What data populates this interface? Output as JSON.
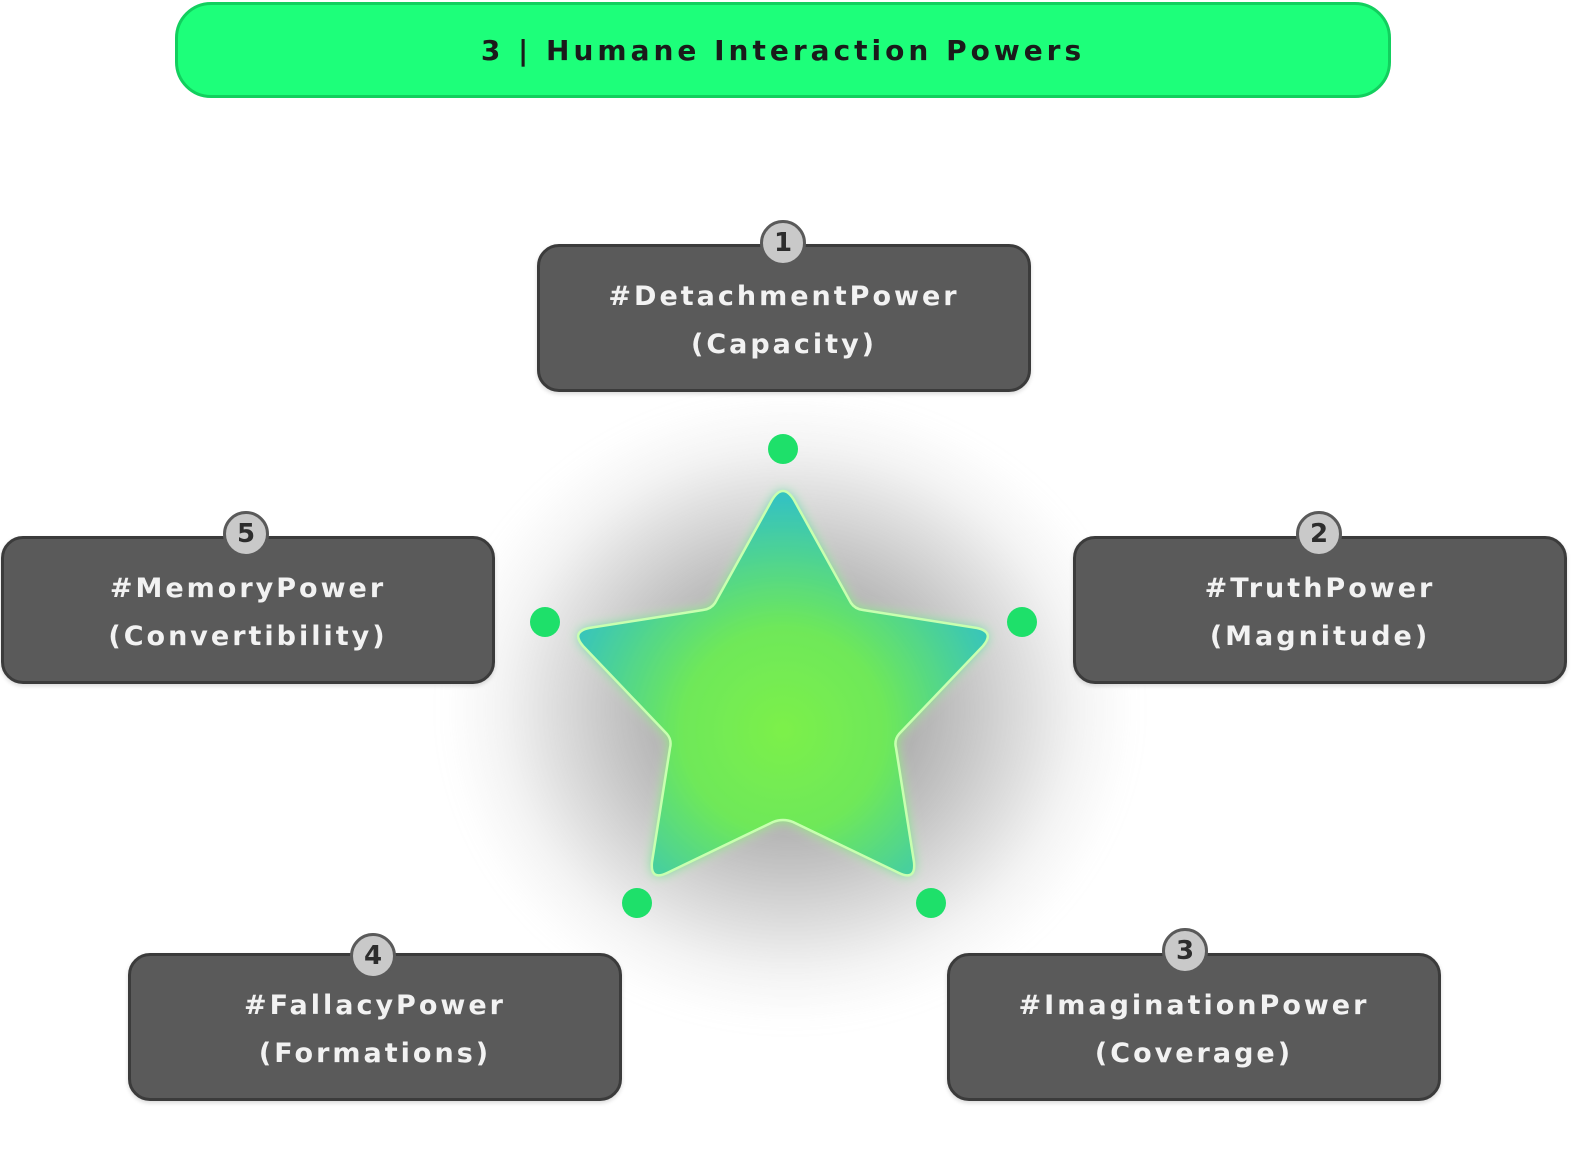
{
  "title": "3 | Humane Interaction Powers",
  "colors": {
    "title_bar": "#1dff7a",
    "card": "#5a5a5a",
    "badge": "#c9c9c9",
    "dot": "#1ee06a",
    "star_center": "#7cf04a",
    "star_edge": "#35c3bf"
  },
  "powers": [
    {
      "number": "1",
      "name": "#DetachmentPower",
      "quality": "(Capacity)"
    },
    {
      "number": "2",
      "name": "#TruthPower",
      "quality": "(Magnitude)"
    },
    {
      "number": "3",
      "name": "#ImaginationPower",
      "quality": "(Coverage)"
    },
    {
      "number": "4",
      "name": "#FallacyPower",
      "quality": "(Formations)"
    },
    {
      "number": "5",
      "name": "#MemoryPower",
      "quality": "(Convertibility)"
    }
  ]
}
